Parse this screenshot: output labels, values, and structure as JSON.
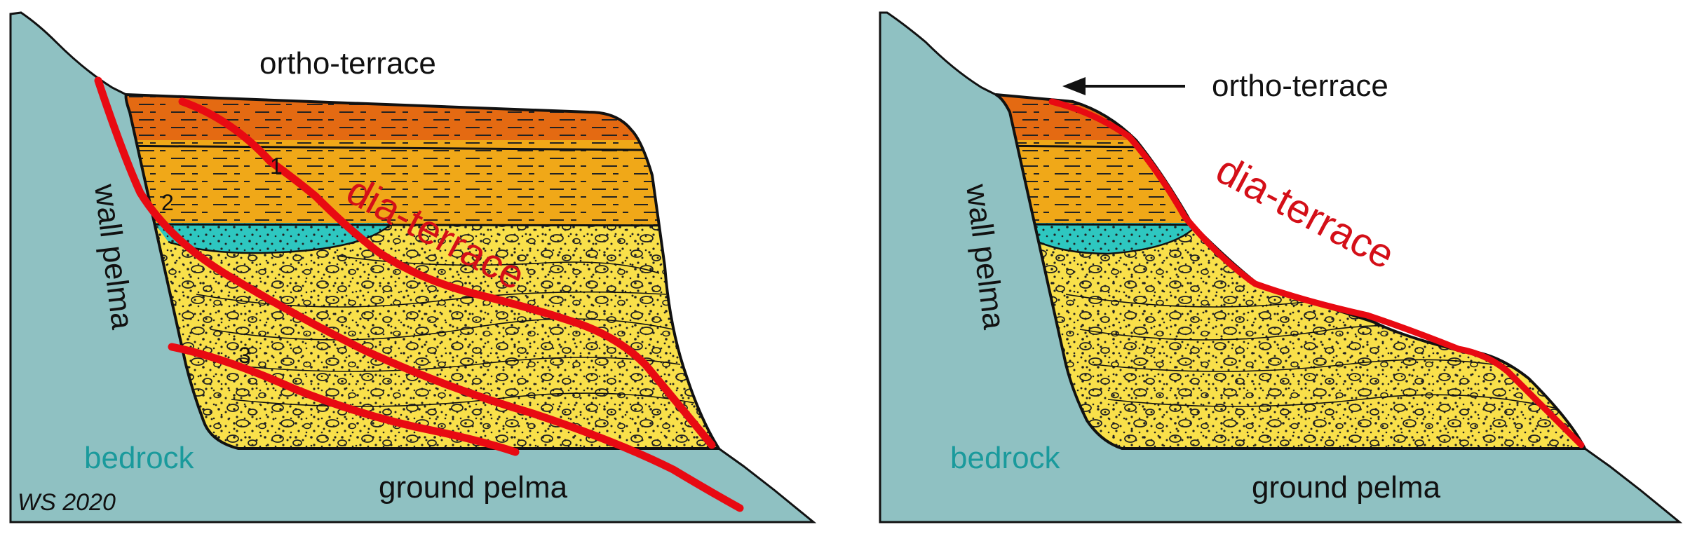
{
  "colors": {
    "bedrock": "#8fc1c2",
    "orange_dark": "#e46a12",
    "orange": "#f0a818",
    "yellow": "#f9e04a",
    "teal_lens": "#2ec7c0",
    "red_line": "#e80a12",
    "label_teal": "#1a9a9c",
    "label_red": "#d40f18",
    "ink": "#111111"
  },
  "left_panel": {
    "ortho_terrace": "ortho-terrace",
    "dia_terrace": "dia-terrace",
    "wall_pelma": "wall pelma",
    "bedrock": "bedrock",
    "ground_pelma": "ground pelma",
    "credit": "WS 2020",
    "line_numbers": [
      "1",
      "2",
      "3"
    ]
  },
  "right_panel": {
    "ortho_terrace": "ortho-terrace",
    "dia_terrace": "dia-terrace",
    "wall_pelma": "wall pelma",
    "bedrock": "bedrock",
    "ground_pelma": "ground pelma",
    "arrow": "left-arrow-icon"
  }
}
